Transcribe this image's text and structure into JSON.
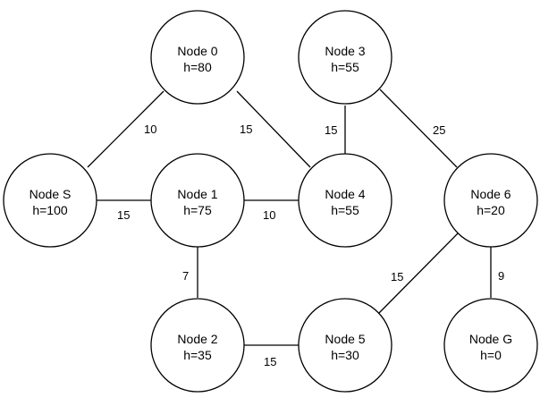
{
  "nodes": [
    {
      "id": "S",
      "name": "Node S",
      "h": "h=100"
    },
    {
      "id": "0",
      "name": "Node 0",
      "h": "h=80"
    },
    {
      "id": "1",
      "name": "Node 1",
      "h": "h=75"
    },
    {
      "id": "2",
      "name": "Node 2",
      "h": "h=35"
    },
    {
      "id": "3",
      "name": "Node 3",
      "h": "h=55"
    },
    {
      "id": "4",
      "name": "Node 4",
      "h": "h=55"
    },
    {
      "id": "5",
      "name": "Node 5",
      "h": "h=30"
    },
    {
      "id": "6",
      "name": "Node 6",
      "h": "h=20"
    },
    {
      "id": "G",
      "name": "Node G",
      "h": "h=0"
    }
  ],
  "edges": [
    {
      "from": "S",
      "to": "0",
      "weight": "10"
    },
    {
      "from": "S",
      "to": "1",
      "weight": "15"
    },
    {
      "from": "0",
      "to": "4",
      "weight": "15"
    },
    {
      "from": "1",
      "to": "4",
      "weight": "10"
    },
    {
      "from": "1",
      "to": "2",
      "weight": "7"
    },
    {
      "from": "2",
      "to": "5",
      "weight": "15"
    },
    {
      "from": "3",
      "to": "4",
      "weight": "15"
    },
    {
      "from": "3",
      "to": "6",
      "weight": "25"
    },
    {
      "from": "5",
      "to": "6",
      "weight": "15"
    },
    {
      "from": "6",
      "to": "G",
      "weight": "9"
    }
  ]
}
